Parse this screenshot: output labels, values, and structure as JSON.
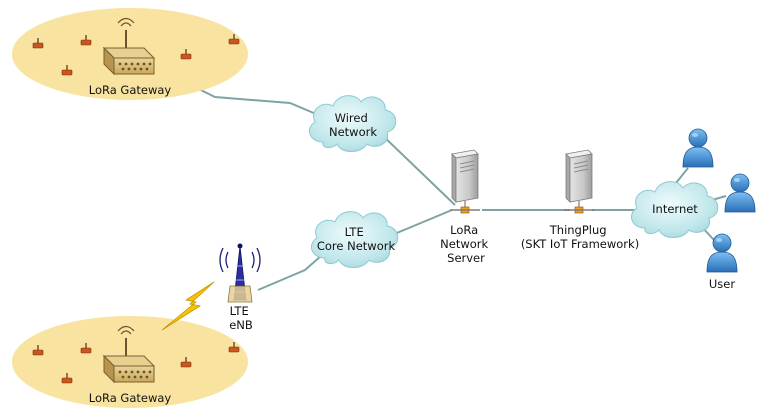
{
  "labels": {
    "gateway_top": "LoRa Gateway",
    "gateway_bottom": "LoRa Gateway",
    "wired_network": [
      "Wired",
      "Network"
    ],
    "lte_core": [
      "LTE",
      "Core Network"
    ],
    "lte_enb": [
      "LTE",
      "eNB"
    ],
    "lora_server": [
      "LoRa",
      "Network",
      "Server"
    ],
    "thingplug": [
      "ThingPlug",
      "(SKT IoT Framework)"
    ],
    "internet": "Internet",
    "user": "User"
  },
  "colors": {
    "gateway_area": "#f8e3a0",
    "cloud": "#cfeef0",
    "link": "#7fa3a3",
    "bolt": "#f5c400",
    "user": "#3f8fd6"
  }
}
